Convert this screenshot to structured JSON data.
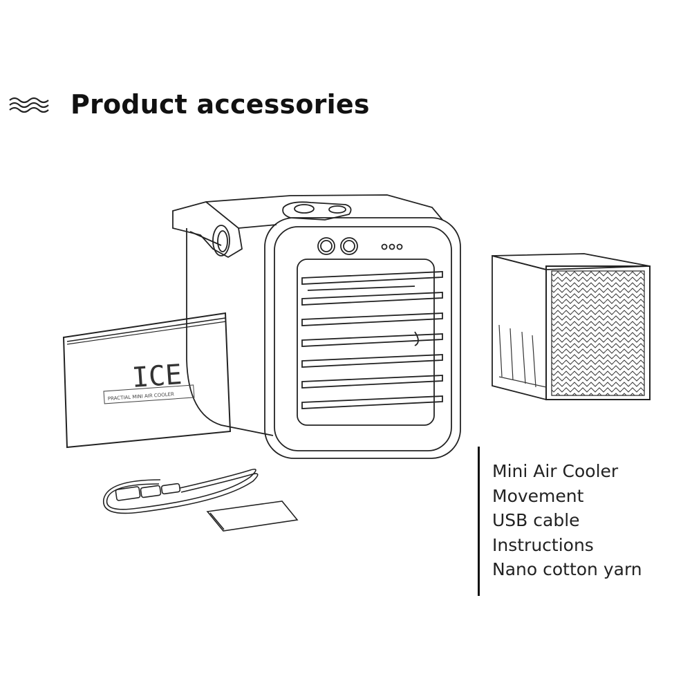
{
  "header": {
    "icon": "wave-icon",
    "title": "Product accessories"
  },
  "booklet": {
    "logo_text": "ICE",
    "label": "PRACTIAL MINI AIR COOLER"
  },
  "accessories": [
    "Mini Air Cooler",
    "Movement",
    "USB cable",
    "Instructions",
    "Nano cotton yarn"
  ],
  "colors": {
    "text": "#111111",
    "line": "#222222",
    "background": "#ffffff"
  }
}
